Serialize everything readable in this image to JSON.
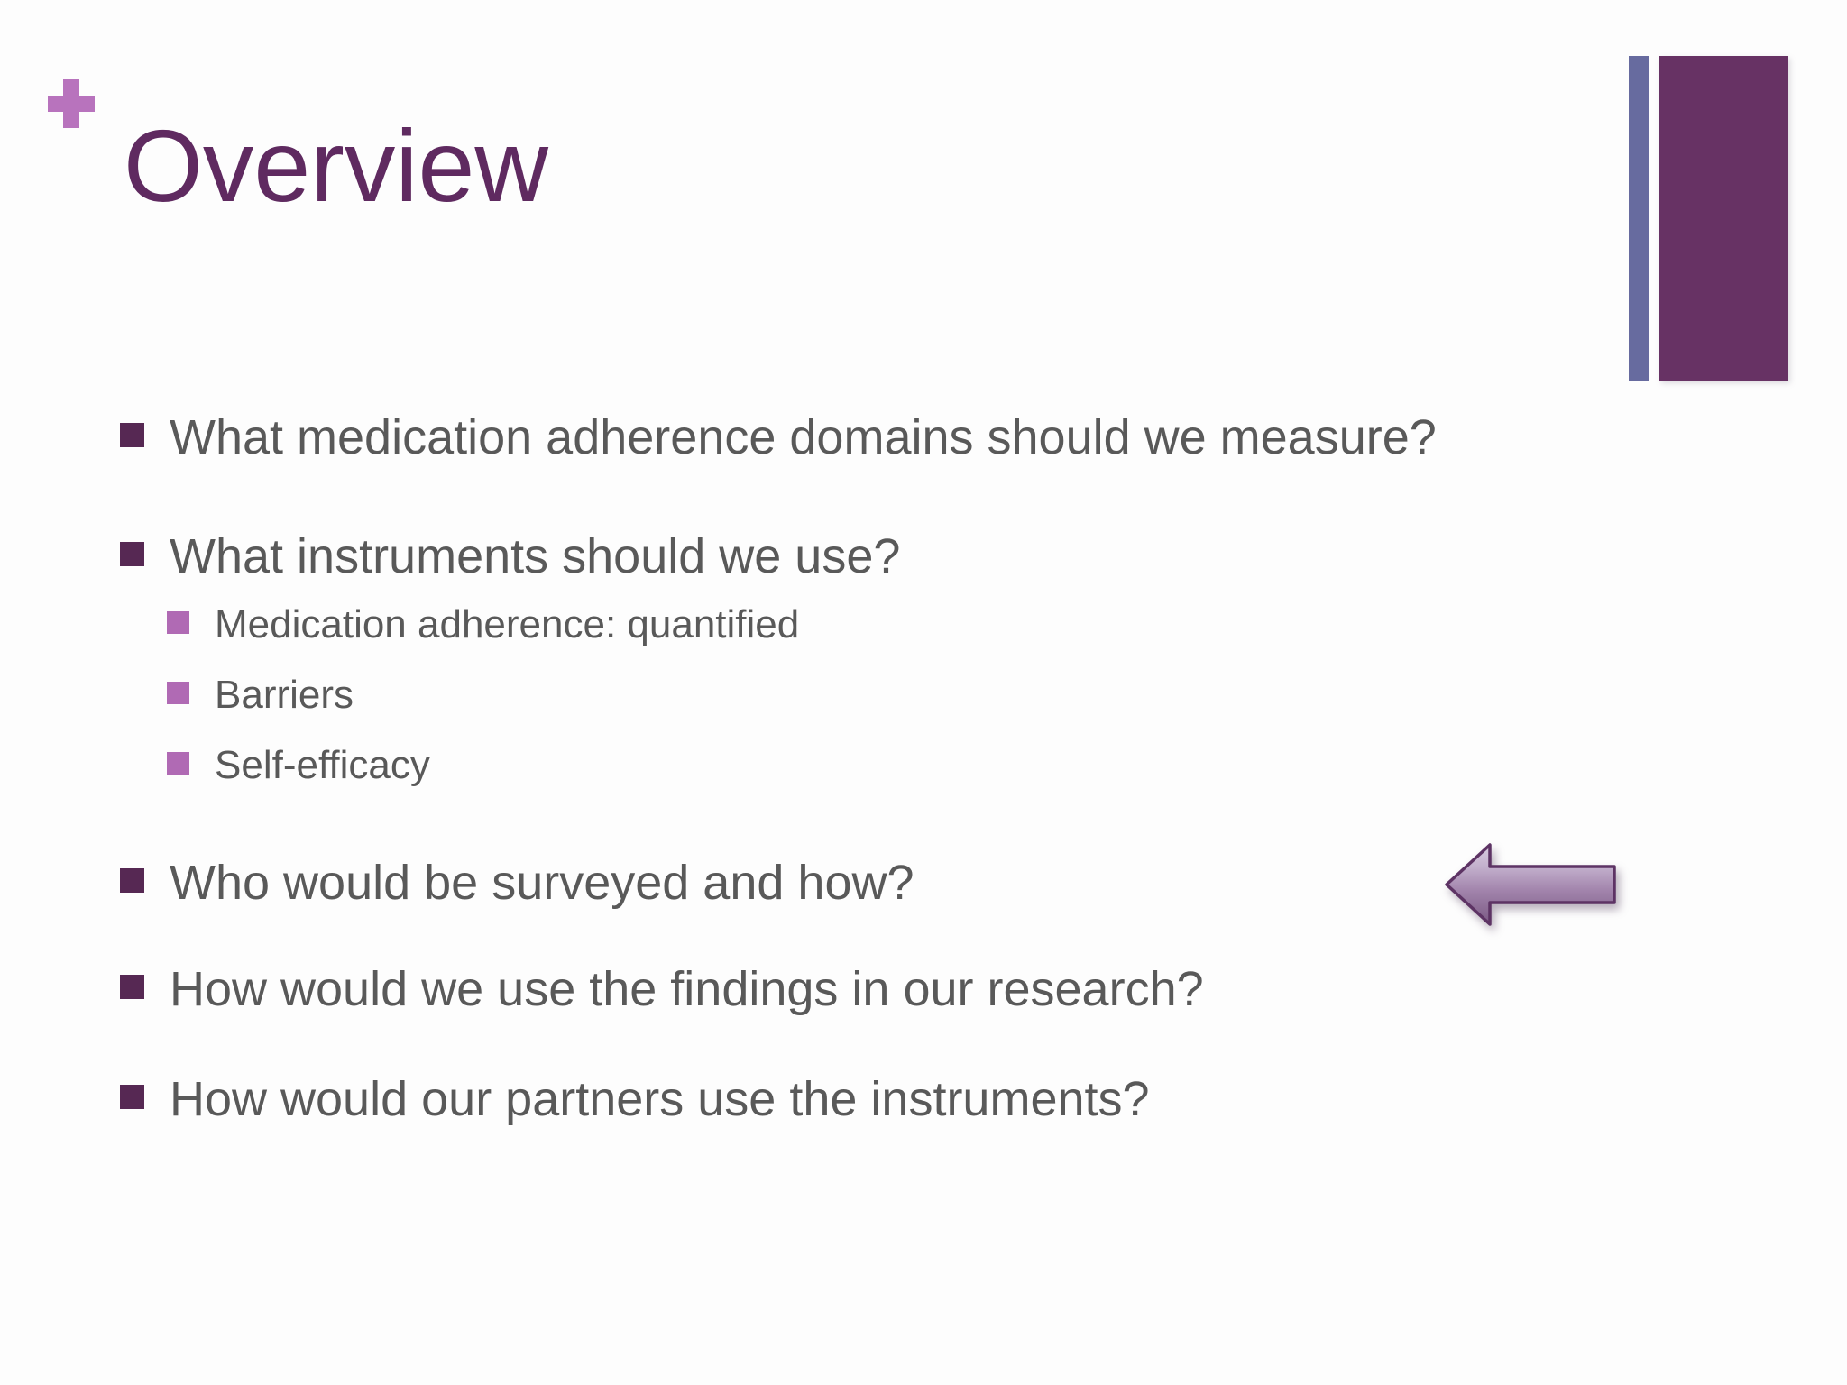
{
  "slide": {
    "title": "Overview",
    "plus_icon": "plus-icon",
    "bullets": [
      {
        "text": "What medication adherence domains should we measure?",
        "children": []
      },
      {
        "text": "What instruments should we use?",
        "children": [
          "Medication adherence: quantified",
          "Barriers",
          "Self-efficacy"
        ]
      },
      {
        "text": "Who would be surveyed and how?",
        "children": []
      },
      {
        "text": "How would we use the findings in our research?",
        "children": []
      },
      {
        "text": "How would our partners use the instruments?",
        "children": []
      }
    ],
    "decorations": {
      "arrow_icon": "left-arrow-icon",
      "accent_bars": [
        "thin-accent-bar",
        "wide-accent-bar"
      ]
    },
    "colors": {
      "background": "#fdfdfd",
      "title": "#5f2a60",
      "body_text": "#595959",
      "bullet_level1": "#562853",
      "bullet_level2": "#b06ab4",
      "plus": "#b873bd",
      "accent_thin_bar": "#676b9f",
      "accent_wide_bar": "#673264",
      "arrow_outline": "#5d3364",
      "arrow_fill_top": "#d9cde0",
      "arrow_fill_bottom": "#7a5983"
    }
  }
}
